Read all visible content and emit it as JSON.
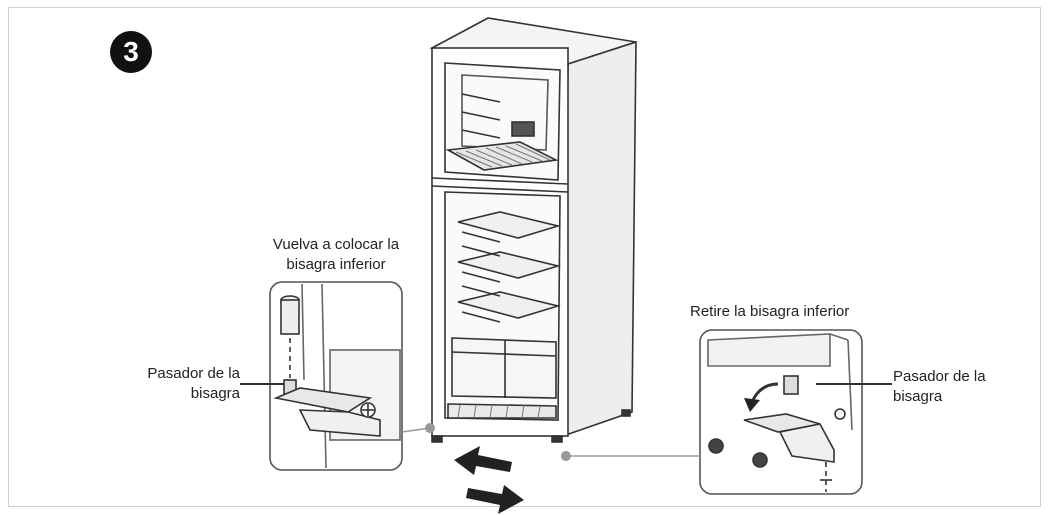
{
  "step": {
    "number": "3"
  },
  "labels": {
    "reinstall_line1": "Vuelva a colocar la",
    "reinstall_line2": "bisagra inferior",
    "pin_left_line1": "Pasador de la",
    "pin_left_line2": "bisagra",
    "remove": "Retire la bisagra inferior",
    "pin_right_line1": "Pasador de la",
    "pin_right_line2": "bisagra"
  },
  "colors": {
    "line": "#333333",
    "callout": "#888888",
    "badge": "#111111"
  },
  "icons": [
    "refrigerator-illustration",
    "hinge-detail-left",
    "hinge-detail-right",
    "swap-arrows-icon",
    "step-number-badge"
  ]
}
